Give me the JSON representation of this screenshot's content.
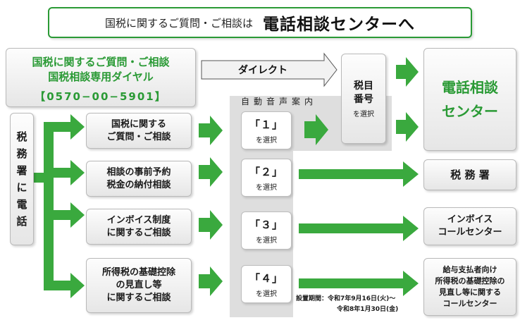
{
  "title": {
    "prefix": "国税に関するご質問・ご相談は",
    "main": "電話相談センターへ"
  },
  "dial": {
    "line1": "国税に関するご質問・ご相談",
    "line2": "国税相談専用ダイヤル",
    "number": "【0570−00−5901】"
  },
  "direct_label": "ダイレクト",
  "auto_label": "自動音声案内",
  "mokuban": {
    "line1": "税目",
    "line2": "番号",
    "select": "を選択"
  },
  "center": {
    "line1": "電話相談",
    "line2": "センター"
  },
  "tax_office_call": [
    "税",
    "務",
    "署",
    "に",
    "電",
    "話"
  ],
  "categories": [
    {
      "line1": "国税に関する",
      "line2": "ご質問・ご相談",
      "line3": ""
    },
    {
      "line1": "相談の事前予約",
      "line2": "税金の納付相談",
      "line3": ""
    },
    {
      "line1": "インボイス制度",
      "line2": "に関するご相談",
      "line3": ""
    },
    {
      "line1": "所得税の基礎控除",
      "line2": "の見直し等",
      "line3": "に関するご相談"
    }
  ],
  "options": [
    {
      "number": "「１」",
      "select": "を選択"
    },
    {
      "number": "「２」",
      "select": "を選択"
    },
    {
      "number": "「３」",
      "select": "を選択"
    },
    {
      "number": "「４」",
      "select": "を選択"
    }
  ],
  "destinations": [
    {
      "line1": "税 務 署",
      "line2": "",
      "line3": "",
      "line4": ""
    },
    {
      "line1": "インボイス",
      "line2": "コールセンター",
      "line3": "",
      "line4": ""
    },
    {
      "line1": "給与支払者向け",
      "line2": "所得税の基礎控除の",
      "line3": "見直し等に関する",
      "line4": "コールセンター"
    }
  ],
  "period": {
    "line1": "設置期間：令和7年9月16日(火)～",
    "line2": "令和8年1月30日(金)"
  },
  "colors": {
    "accent_green": "#2a9a35",
    "arrow_green": "#3aa93e",
    "auto_zone_gray": "#dedede"
  }
}
